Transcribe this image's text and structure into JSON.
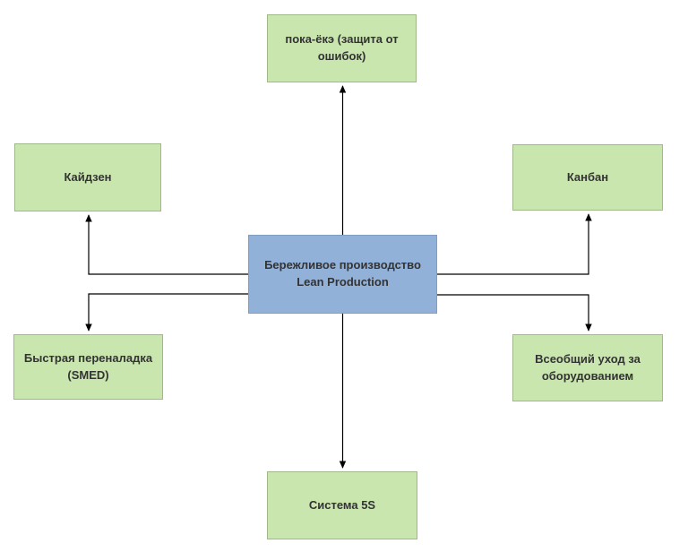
{
  "diagram": {
    "type": "mind-map",
    "background_color": "#ffffff",
    "center_node": {
      "id": "lean",
      "lines": [
        "Бережливое производство",
        "Lean Production"
      ],
      "fill_color": "#92b1d8",
      "border_color": "#7f9ec1",
      "text_color": "#333333"
    },
    "nodes": [
      {
        "id": "poka-yoke",
        "lines": [
          "пока-ёкэ (защита от",
          "ошибок)"
        ],
        "position": "top"
      },
      {
        "id": "kaizen",
        "lines": [
          "Кайдзен",
          ""
        ],
        "position": "top-left"
      },
      {
        "id": "kanban",
        "lines": [
          "Канбан",
          ""
        ],
        "position": "top-right"
      },
      {
        "id": "smed",
        "lines": [
          "Быстрая переналадка",
          "(SMED)"
        ],
        "position": "bottom-left"
      },
      {
        "id": "tpm",
        "lines": [
          "Всеобщий уход за",
          "оборудованием"
        ],
        "position": "bottom-right"
      },
      {
        "id": "system-5s",
        "lines": [
          "Система 5S",
          ""
        ],
        "position": "bottom"
      }
    ],
    "node_style": {
      "fill_color": "#c9e6af",
      "border_color": "#9fba88",
      "text_color": "#333333"
    },
    "connections": [
      {
        "from": "lean",
        "to": "poka-yoke",
        "arrow": "end"
      },
      {
        "from": "lean",
        "to": "kaizen",
        "arrow": "end"
      },
      {
        "from": "lean",
        "to": "kanban",
        "arrow": "end"
      },
      {
        "from": "lean",
        "to": "smed",
        "arrow": "end"
      },
      {
        "from": "lean",
        "to": "tpm",
        "arrow": "end"
      },
      {
        "from": "lean",
        "to": "system-5s",
        "arrow": "end"
      }
    ],
    "connector_color": "#000000"
  }
}
